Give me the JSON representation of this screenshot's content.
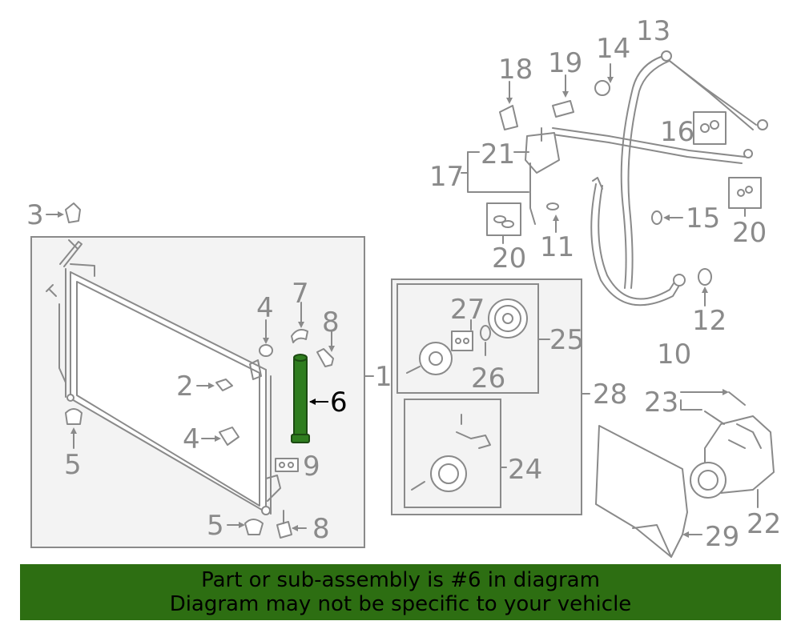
{
  "colors": {
    "line": "#8a8a8a",
    "box_fill": "#f3f3f3",
    "highlight": "#2f7d1f",
    "banner": "#2d6e12",
    "banner_text": "#000000"
  },
  "callouts": [
    "1",
    "2",
    "3",
    "4",
    "5",
    "6",
    "7",
    "8",
    "9",
    "10",
    "11",
    "12",
    "13",
    "14",
    "15",
    "16",
    "17",
    "18",
    "19",
    "20",
    "21",
    "22",
    "23",
    "24",
    "25",
    "26",
    "27",
    "28",
    "29"
  ],
  "highlighted_part": "6",
  "banner": {
    "line1": "Part or sub-assembly is #6 in diagram",
    "line2": "Diagram may not be specific to your vehicle"
  }
}
